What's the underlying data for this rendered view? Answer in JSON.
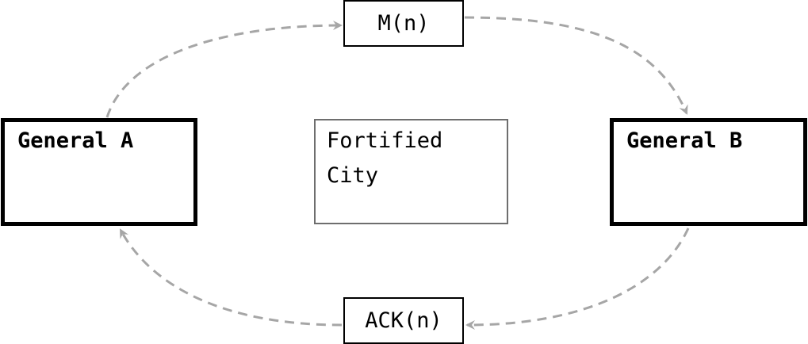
{
  "nodes": {
    "general_a": "General A",
    "general_b": "General B",
    "city_line1": "Fortified",
    "city_line2": "City"
  },
  "messages": {
    "message": "M(n)",
    "ack": "ACK(n)"
  },
  "colors": {
    "general_border": "#000000",
    "city_border": "#6e6e6e",
    "arrow": "#a6a6a6"
  }
}
